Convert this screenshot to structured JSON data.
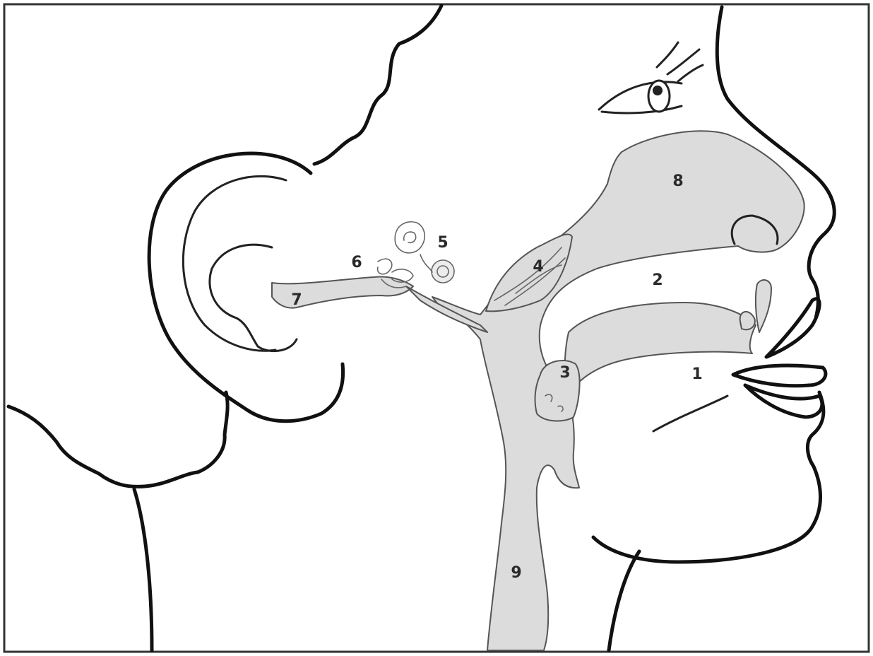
{
  "colors": {
    "background": "#ffffff",
    "outline": "#111111",
    "cavity_fill": "#dcdcdc",
    "label": "#2a2a2a"
  },
  "labels": {
    "mouth": "1",
    "nasal_passage": "2",
    "tonsil": "3",
    "adenoid": "4",
    "inner_ear": "5",
    "middle_ear": "6",
    "ear_canal": "7",
    "nasal_cavity": "8",
    "throat": "9"
  }
}
